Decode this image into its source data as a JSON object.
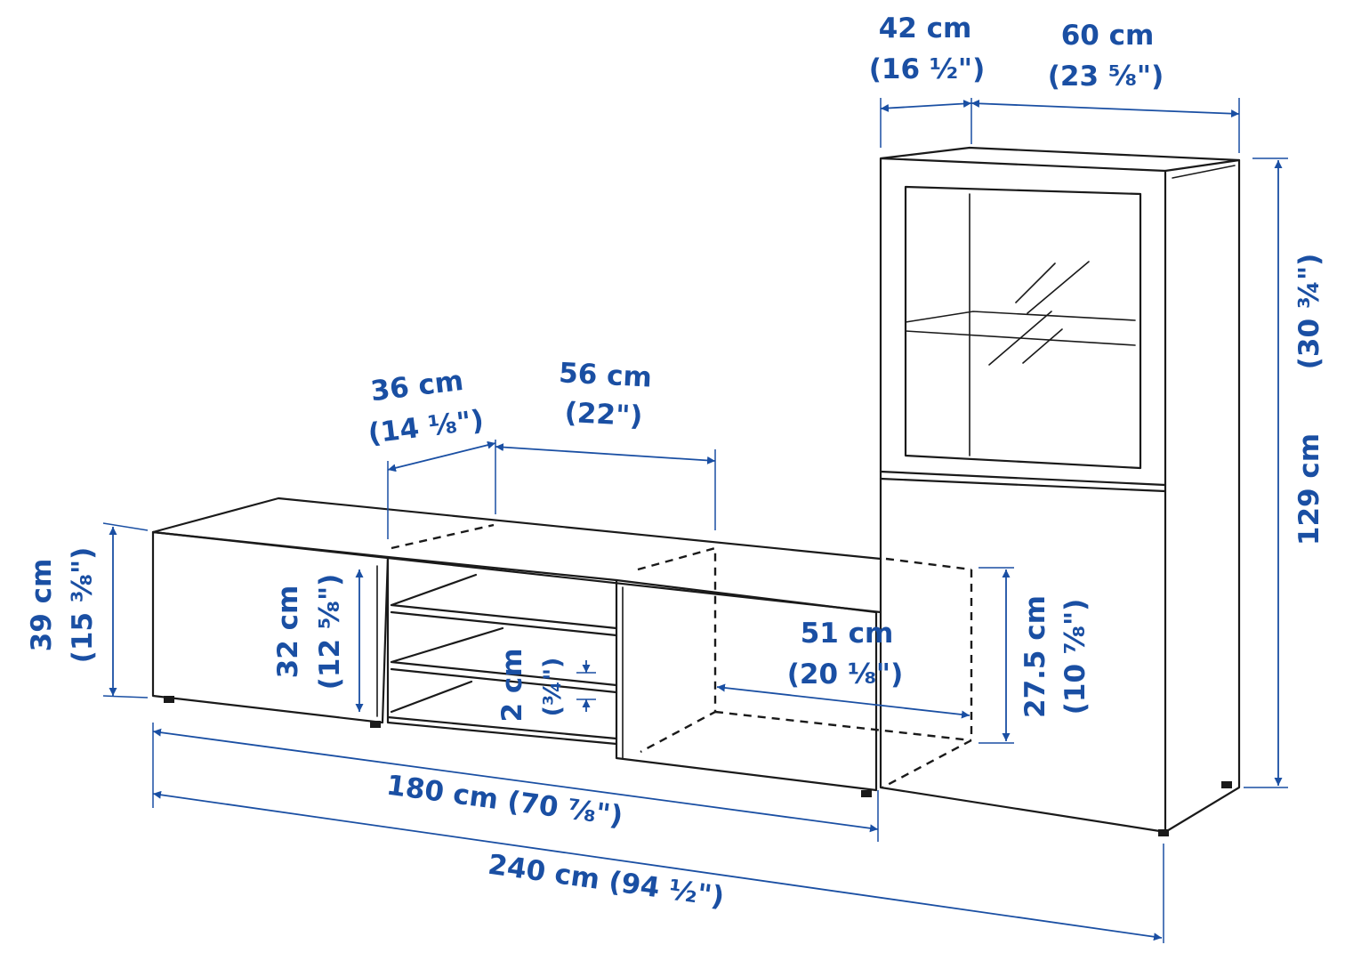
{
  "colors": {
    "dimension": "#1a4fa3",
    "outline": "#1a1a1a",
    "background": "#ffffff"
  },
  "dimensions": {
    "cabinet_depth": {
      "metric": "42 cm",
      "imperial": "(16 ½\")"
    },
    "cabinet_width": {
      "metric": "60 cm",
      "imperial": "(23 ⅝\")"
    },
    "cabinet_height": {
      "metric": "129 cm",
      "imperial": "(30 ¾\")"
    },
    "bench_depth": {
      "metric": "36 cm",
      "imperial": "(14 ⅛\")"
    },
    "bench_inner_width": {
      "metric": "56 cm",
      "imperial": "(22\")"
    },
    "bench_height": {
      "metric": "39 cm",
      "imperial": "(15 ⅜\")"
    },
    "drawer_height": {
      "metric": "32 cm",
      "imperial": "(12 ⅝\")"
    },
    "shelf_thickness": {
      "metric": "2 cm",
      "imperial": "(¾\")"
    },
    "inner_depth": {
      "metric": "51 cm",
      "imperial": "(20 ⅛\")"
    },
    "inner_height": {
      "metric": "27.5 cm",
      "imperial": "(10 ⅞\")"
    },
    "bench_width": {
      "text": "180 cm (70 ⅞\")"
    },
    "total_width": {
      "text": "240 cm (94 ½\")"
    }
  }
}
